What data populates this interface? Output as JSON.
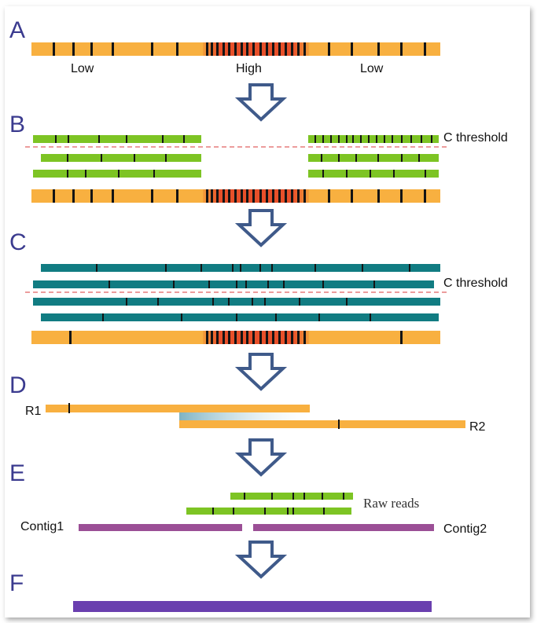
{
  "colors": {
    "orange": "#F8B040",
    "orange_hot": "#E8502A",
    "green": "#7DC424",
    "teal": "#117C82",
    "arrow": "#3F5A8A",
    "threshold_line": "#E06060",
    "contig": "#9B4F96",
    "final": "#6A3FAF",
    "mark": "#141414",
    "letter": "#3b3b8f"
  },
  "panels": {
    "A": {
      "letter": "A",
      "labels": [
        "Low",
        "High",
        "Low"
      ]
    },
    "B": {
      "letter": "B",
      "threshold_label": "C threshold"
    },
    "C": {
      "letter": "C",
      "threshold_label": "C threshold"
    },
    "D": {
      "letter": "D",
      "read1_label": "R1",
      "read2_label": "R2"
    },
    "E": {
      "letter": "E",
      "raw_reads_label": "Raw reads",
      "contig1_label": "Contig1",
      "contig2_label": "Contig2"
    },
    "F": {
      "letter": "F"
    }
  }
}
